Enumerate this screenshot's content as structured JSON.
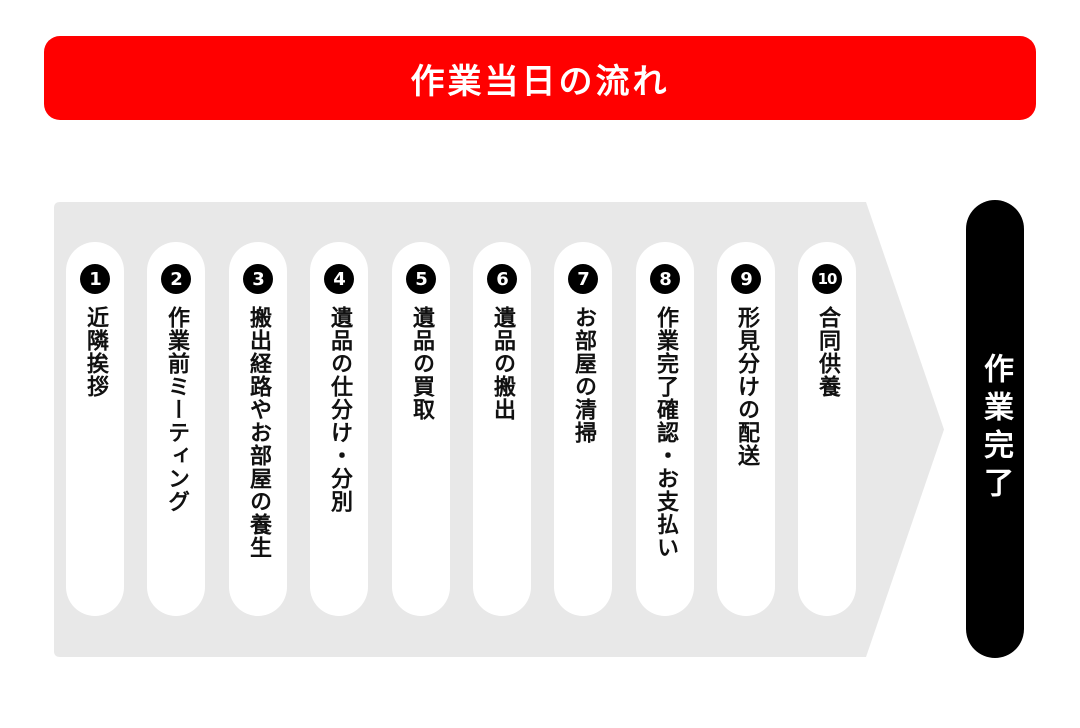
{
  "header": {
    "title": "作業当日の流れ"
  },
  "steps": [
    {
      "num": "1",
      "label": "近隣挨拶"
    },
    {
      "num": "2",
      "label": "作業前ミーティング"
    },
    {
      "num": "3",
      "label": "搬出経路やお部屋の養生"
    },
    {
      "num": "4",
      "label": "遺品の仕分け・分別"
    },
    {
      "num": "5",
      "label": "遺品の買取"
    },
    {
      "num": "6",
      "label": "遺品の搬出"
    },
    {
      "num": "7",
      "label": "お部屋の清掃"
    },
    {
      "num": "8",
      "label": "作業完了確認・お支払い"
    },
    {
      "num": "9",
      "label": "形見分けの配送"
    },
    {
      "num": "10",
      "label": "合同供養"
    }
  ],
  "final": {
    "label": "作業完了"
  },
  "colors": {
    "accent": "#ff0000",
    "arrow": "#e8e8e8",
    "final": "#000000"
  }
}
